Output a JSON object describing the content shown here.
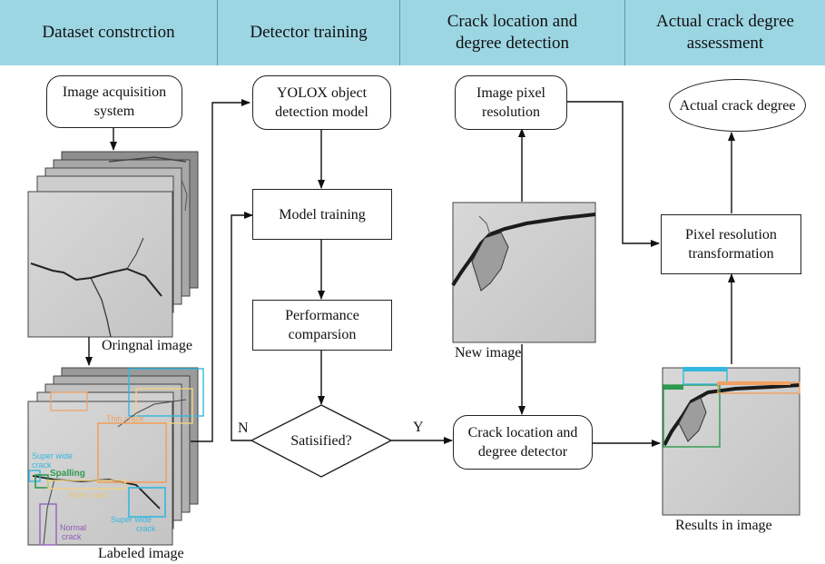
{
  "header": {
    "columns": [
      "Dataset constrction",
      "Detector training",
      "Crack location and degree detection",
      "Actual crack degree assessment"
    ]
  },
  "nodes": {
    "image_acquisition": "Image acquisition system",
    "yolox_model": "YOLOX object detection model",
    "model_training": "Model training",
    "performance_comparison": "Performance comparsion",
    "satisfied_decision": "Satisified?",
    "image_pixel_resolution": "Image pixel resolution",
    "crack_detector": "Crack location and degree detector",
    "actual_crack_degree": "Actual crack degree",
    "pixel_resolution_transformation": "Pixel resolution transformation"
  },
  "edge_labels": {
    "no": "N",
    "yes": "Y"
  },
  "image_captions": {
    "original": "Oringnal image",
    "labeled": "Labeled image",
    "new": "New image",
    "results": "Results in image"
  },
  "annotation_labels": {
    "thin_crack": "Thin crack",
    "super_wide_crack_left": "Super wide crack",
    "spalling": "Spalling",
    "wide_crack": "Wide crack",
    "super_wide_crack_bottom": "Super wide crack",
    "normal_crack": "Normal crack"
  },
  "colors": {
    "header_fill": "#9dd6e3",
    "header_border": "#5c98a8",
    "thin_crack_box": "#f0a060",
    "super_wide_box": "#35b6e0",
    "spalling_box": "#2e9a4e",
    "wide_crack_box": "#f2d283",
    "normal_crack_box": "#8e5ab8"
  }
}
